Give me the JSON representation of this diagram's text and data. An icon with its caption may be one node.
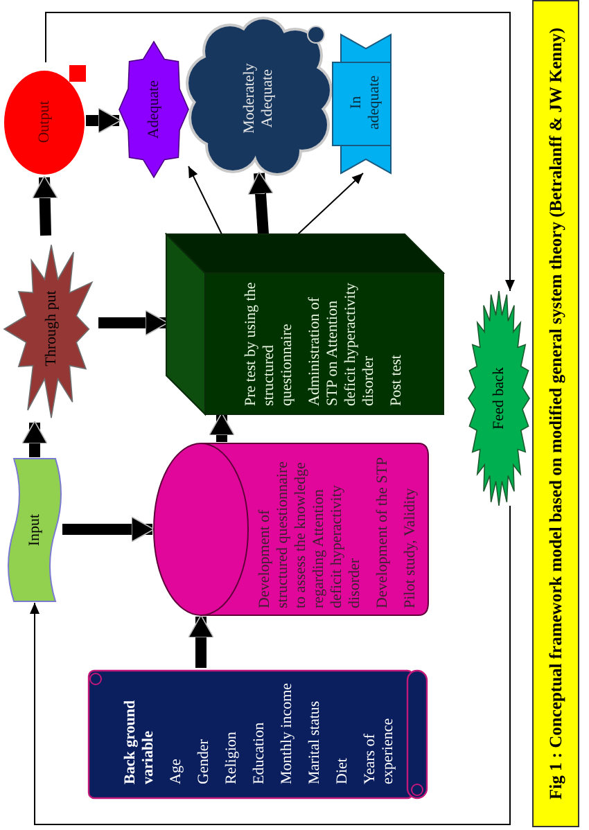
{
  "diagram": {
    "caption": "Fig 1 : Conceptual framework model based on modified general system theory (Betralanff & JW Kenny)",
    "nodes": [
      {
        "text": [
          "Back ground variable",
          "Age",
          "Gender",
          "Religion",
          "Education",
          "Monthly income",
          "Marital status",
          "Diet",
          "Years of experience"
        ]
      },
      {
        "text": [
          "Input"
        ]
      },
      {
        "text": [
          "Development of structured questionnaire to assess the knowledge regarding Attention deficit hyperactivity disorder",
          "Development of the STP",
          "Pilot study, Validity"
        ]
      },
      {
        "text": [
          "Through put"
        ]
      },
      {
        "text": [
          "Pre test by using the structured questionnaire",
          "Administration of STP on Attention deficit hyperactivity disorder",
          "Post test"
        ]
      },
      {
        "text": [
          "Feed back"
        ]
      },
      {
        "text": [
          "Output"
        ]
      },
      {
        "text": [
          "Adequate"
        ]
      },
      {
        "text": [
          "Moderately Adequate"
        ]
      },
      {
        "text": [
          "In adequate"
        ]
      }
    ],
    "edges": [
      {
        "from": 0,
        "to": 2,
        "arrow": "to"
      },
      {
        "from": 1,
        "to": 3,
        "arrow": "to"
      },
      {
        "from": 1,
        "to": 2,
        "arrow": "to"
      },
      {
        "from": 2,
        "to": 4,
        "arrow": "to"
      },
      {
        "from": 3,
        "to": 4,
        "arrow": "to"
      },
      {
        "from": 3,
        "to": 6,
        "arrow": "to"
      },
      {
        "from": 6,
        "to": 7,
        "arrow": "to"
      },
      {
        "from": 4,
        "to": 7,
        "arrow": "to"
      },
      {
        "from": 4,
        "to": 8,
        "arrow": "to"
      },
      {
        "from": 4,
        "to": 9,
        "arrow": "to"
      },
      {
        "from": 6,
        "to": 5,
        "arrow": "to"
      },
      {
        "from": 5,
        "to": 1,
        "arrow": "to"
      }
    ]
  }
}
